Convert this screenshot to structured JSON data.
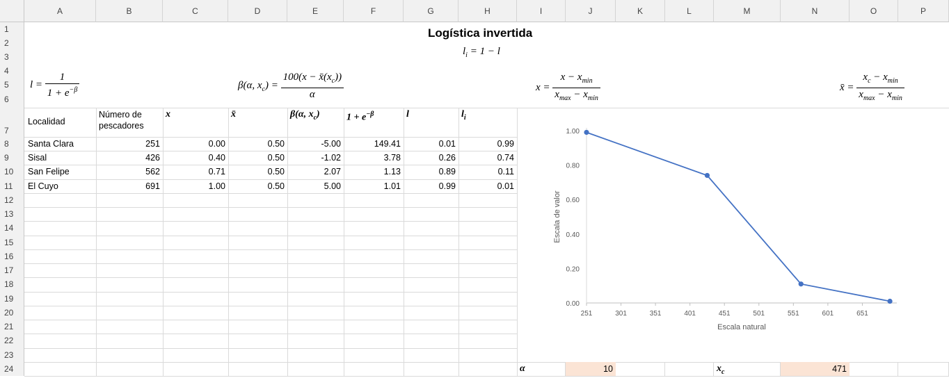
{
  "columns": [
    "A",
    "B",
    "C",
    "D",
    "E",
    "F",
    "G",
    "H",
    "I",
    "J",
    "K",
    "L",
    "M",
    "N",
    "O",
    "P"
  ],
  "rows": [
    "1",
    "2",
    "3",
    "4",
    "5",
    "6",
    "7",
    "8",
    "9",
    "10",
    "11",
    "12",
    "13",
    "14",
    "15",
    "16",
    "17",
    "18",
    "19",
    "20",
    "21",
    "22",
    "23",
    "24"
  ],
  "sheet": {
    "title": "Logística invertida",
    "formula_li": {
      "lhs": "l",
      "sub": "i",
      "rhs": " = 1 − l"
    },
    "formula_l": {
      "lhs": "l =",
      "num": "1",
      "den_base": "1 + e",
      "den_sup": "−β"
    },
    "formula_beta": {
      "lhs": "β(α, x",
      "lhs_sub": "c",
      "lhs_end": ") =",
      "num": "100(x − x̄(x",
      "num_sub": "c",
      "num_end": "))",
      "den": "α"
    },
    "formula_x": {
      "lhs": "x =",
      "num": "x − x",
      "num_sub": "min",
      "den": "x",
      "den_sub1": "max",
      "den_mid": " − x",
      "den_sub2": "min"
    },
    "formula_xbar": {
      "lhs": "x̄ =",
      "num": "x",
      "num_sub1": "c",
      "num_mid": " − x",
      "num_sub2": "min",
      "den": "x",
      "den_sub1": "max",
      "den_mid": " − x",
      "den_sub2": "min"
    }
  },
  "table": {
    "headers": {
      "localidad": "Localidad",
      "pescadores_1": "Número de",
      "pescadores_2": "pescadores",
      "x": "x",
      "xbar": "x̄",
      "beta": "β(α, x",
      "beta_sub": "c",
      "beta_end": ")",
      "exp": "1 + e",
      "exp_sup": "−β",
      "l": "l",
      "li": "l",
      "li_sub": "i"
    },
    "rows": [
      {
        "localidad": "Santa Clara",
        "pescadores": "251",
        "x": "0.00",
        "xbar": "0.50",
        "beta": "-5.00",
        "exp": "149.41",
        "l": "0.01",
        "li": "0.99"
      },
      {
        "localidad": "Sisal",
        "pescadores": "426",
        "x": "0.40",
        "xbar": "0.50",
        "beta": "-1.02",
        "exp": "3.78",
        "l": "0.26",
        "li": "0.74"
      },
      {
        "localidad": "San Felipe",
        "pescadores": "562",
        "x": "0.71",
        "xbar": "0.50",
        "beta": "2.07",
        "exp": "1.13",
        "l": "0.89",
        "li": "0.11"
      },
      {
        "localidad": "El Cuyo",
        "pescadores": "691",
        "x": "1.00",
        "xbar": "0.50",
        "beta": "5.00",
        "exp": "1.01",
        "l": "0.99",
        "li": "0.01"
      }
    ]
  },
  "params": {
    "alpha_label": "α",
    "alpha_value": "10",
    "xc_label": "x",
    "xc_sub": "c",
    "xc_value": "471",
    "highlight_color": "#fbe4d5"
  },
  "chart_data": {
    "type": "line",
    "xlabel": "Escala natural",
    "ylabel": "Escala de valor",
    "xlim": [
      251,
      701
    ],
    "ylim": [
      0,
      1
    ],
    "x_ticks": [
      "251",
      "301",
      "351",
      "401",
      "451",
      "501",
      "551",
      "601",
      "651"
    ],
    "y_ticks": [
      "0.00",
      "0.20",
      "0.40",
      "0.60",
      "0.80",
      "1.00"
    ],
    "x": [
      251,
      426,
      562,
      691
    ],
    "y": [
      0.99,
      0.74,
      0.11,
      0.01
    ],
    "color": "#4472c4"
  }
}
